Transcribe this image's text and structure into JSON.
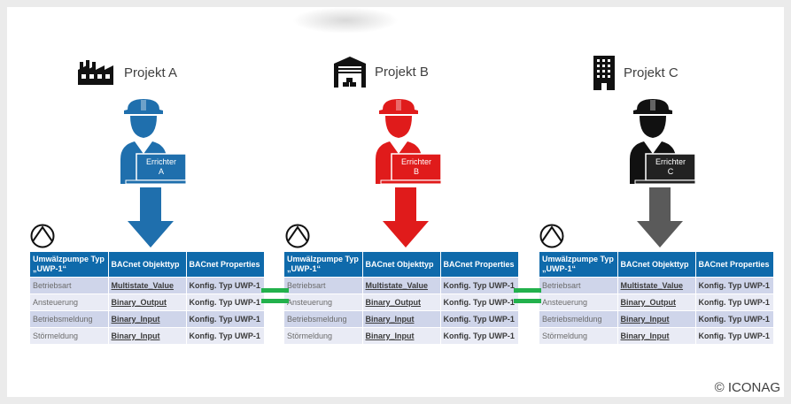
{
  "projects": [
    {
      "title": "Projekt A",
      "building_icon": "factory-icon",
      "color": "#1f6fad",
      "errichter_line1": "Errichter",
      "errichter_line2": "A"
    },
    {
      "title": "Projekt B",
      "building_icon": "warehouse-icon",
      "color": "#e01b1b",
      "errichter_line1": "Errichter",
      "errichter_line2": "B"
    },
    {
      "title": "Projekt C",
      "building_icon": "office-building-icon",
      "color": "#111111",
      "arrow_color": "#5a5a5a",
      "errichter_line1": "Errichter",
      "errichter_line2": "C"
    }
  ],
  "table": {
    "headers": [
      "Umwälzpumpe Typ „UWP-1“",
      "BACnet Objekttyp",
      "BACnet Properties"
    ],
    "rows": [
      [
        "Betriebsart",
        "Multistate_Value",
        "Konfig. Typ UWP-1"
      ],
      [
        "Ansteuerung",
        "Binary_Output",
        "Konfig. Typ UWP-1"
      ],
      [
        "Betriebsmeldung",
        "Binary_Input",
        "Konfig. Typ UWP-1"
      ],
      [
        "Störmeldung",
        "Binary_Input",
        "Konfig. Typ UWP-1"
      ]
    ]
  },
  "equals_color": "#22b14c",
  "header_color": "#0f6aab",
  "copyright": "© ICONAG"
}
